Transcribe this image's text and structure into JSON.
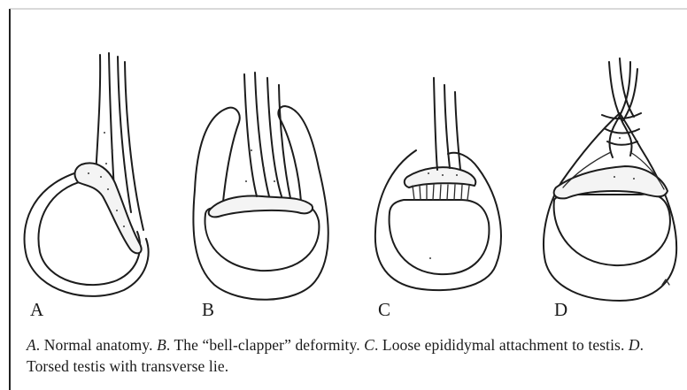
{
  "figure": {
    "panels": [
      {
        "id": "A",
        "label": "A"
      },
      {
        "id": "B",
        "label": "B"
      },
      {
        "id": "C",
        "label": "C"
      },
      {
        "id": "D",
        "label": "D"
      }
    ]
  },
  "caption": {
    "a_letter": "A",
    "a_text": ". Normal anatomy. ",
    "b_letter": "B",
    "b_text": ". The “bell-clapper” deformity. ",
    "c_letter": "C",
    "c_text": ". Loose epididymal attachment to testis. ",
    "d_letter": "D",
    "d_text": ". Torsed testis with transverse lie."
  }
}
